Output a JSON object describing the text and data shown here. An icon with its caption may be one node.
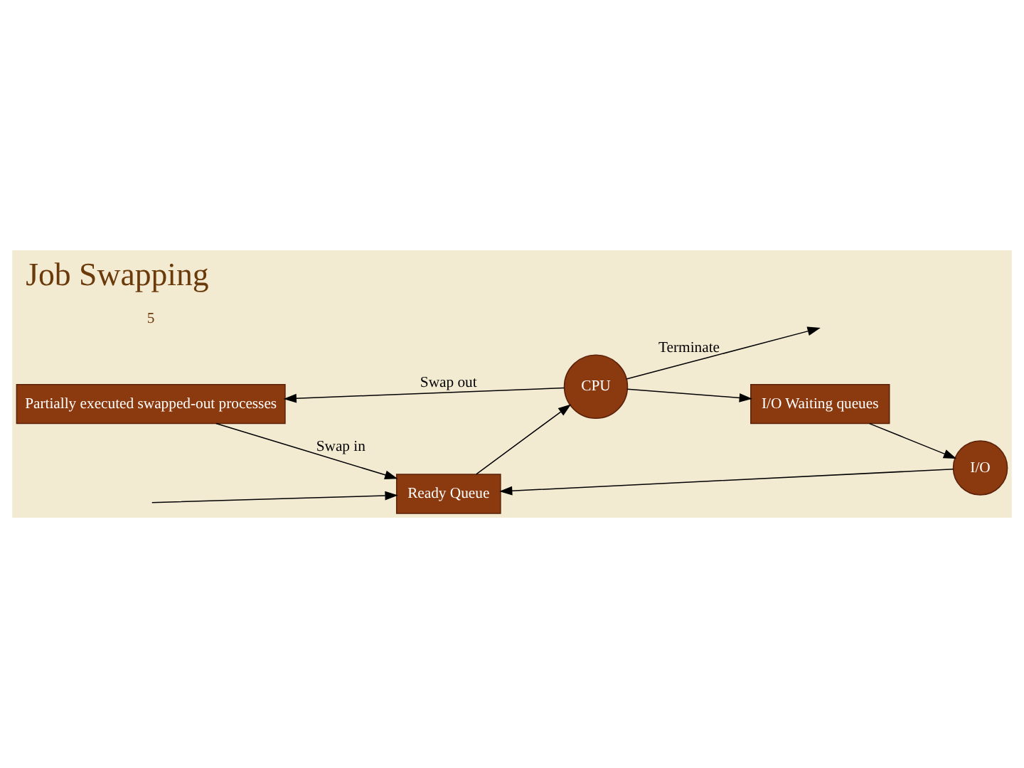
{
  "diagram": {
    "title": "Job Swapping",
    "nodes": [
      {
        "text": [
          "Partially executed swapped-out processes"
        ]
      },
      {
        "text": [
          "Ready Queue"
        ]
      },
      {
        "text": [
          "CPU"
        ]
      },
      {
        "text": [
          "I/O Waiting queues"
        ]
      },
      {
        "text": [
          "I/O"
        ]
      }
    ],
    "edges": [
      {
        "from": null,
        "to": 1,
        "arrow": "to"
      },
      {
        "from": 1,
        "to": 2,
        "arrow": "to"
      },
      {
        "from": 2,
        "to": 0,
        "arrow": "to",
        "label": "Swap out"
      },
      {
        "from": 0,
        "to": 1,
        "arrow": "to",
        "label": "Swap in"
      },
      {
        "from": 2,
        "to": null,
        "arrow": "to",
        "label": "Terminate"
      },
      {
        "from": 2,
        "to": 3,
        "arrow": "to"
      },
      {
        "from": 3,
        "to": 4,
        "arrow": "to"
      },
      {
        "from": 4,
        "to": 1,
        "arrow": "to"
      }
    ],
    "labels": [
      "5"
    ]
  }
}
